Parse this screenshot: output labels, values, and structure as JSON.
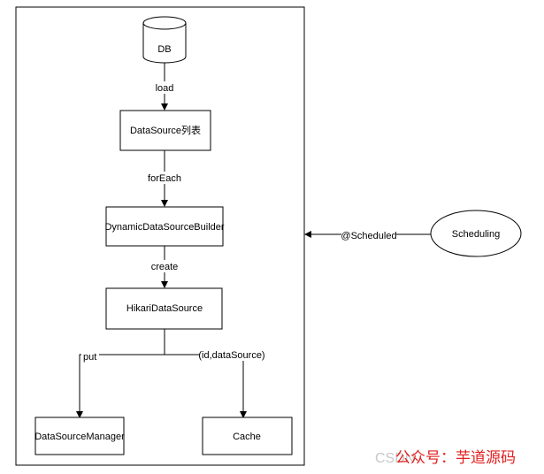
{
  "nodes": {
    "db": {
      "label": "DB"
    },
    "datasource_list": {
      "label": "DataSource列表"
    },
    "builder": {
      "label": "DynamicDataSourceBuilder"
    },
    "hikari": {
      "label": "HikariDataSource"
    },
    "manager": {
      "label": "DataSourceManager"
    },
    "cache": {
      "label": "Cache"
    },
    "scheduling": {
      "label": "Scheduling"
    }
  },
  "edges": {
    "load": {
      "label": "load"
    },
    "foreach": {
      "label": "forEach"
    },
    "create": {
      "label": "create"
    },
    "put": {
      "label": "put"
    },
    "id_datasource": {
      "label": "(id,dataSource)"
    },
    "scheduled": {
      "label": "@Scheduled"
    }
  },
  "watermark": {
    "prefix": "CSDN",
    "text": "公众号：芋道源码",
    "color": "#e02020"
  }
}
